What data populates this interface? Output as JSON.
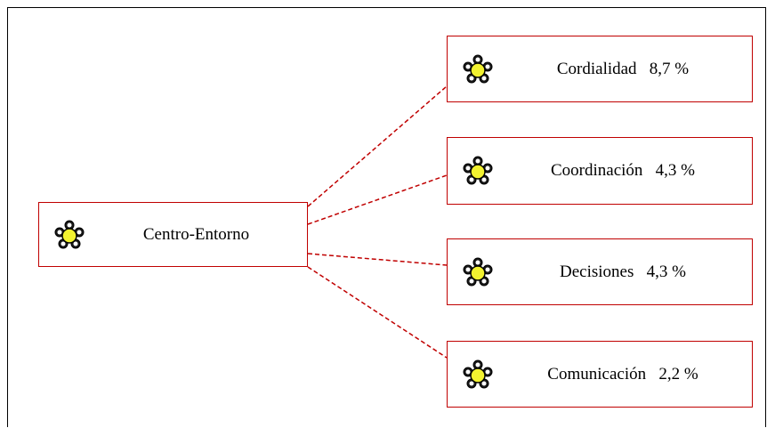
{
  "center": {
    "label": "Centro-Entorno",
    "icon": "flower-icon"
  },
  "branches": [
    {
      "label": "Cordialidad   8,7 %",
      "icon": "flower-icon"
    },
    {
      "label": "Coordinación   4,3 %",
      "icon": "flower-icon"
    },
    {
      "label": "Decisiones   4,3 %",
      "icon": "flower-icon"
    },
    {
      "label": "Comunicación   2,2 %",
      "icon": "flower-icon"
    }
  ],
  "colors": {
    "border": "#c00000",
    "connector": "#c00000",
    "icon_center": "#f2f230",
    "icon_outline": "#000000"
  }
}
